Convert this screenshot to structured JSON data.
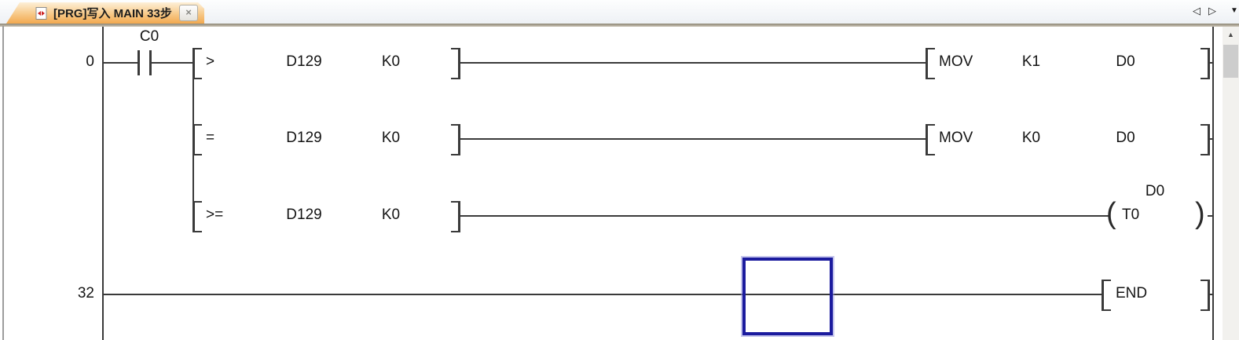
{
  "window": {
    "tab_title": "[PRG]写入 MAIN 33步",
    "close_icon": "×",
    "nav_prev_icon": "◁",
    "nav_next_icon": "▷",
    "nav_more_icon": "▼",
    "scroll_up_icon": "▲"
  },
  "colors": {
    "tab_active": "#f2a94f",
    "selection_cursor": "#1b1b9e",
    "ladder_line": "#3a3a3a"
  },
  "ladder": {
    "rungs": [
      {
        "step": "0",
        "contact": "C0",
        "op": ">",
        "arg1": "D129",
        "arg2": "K0",
        "out_instr": "MOV",
        "out1": "K1",
        "out2": "D0"
      },
      {
        "op": "=",
        "arg1": "D129",
        "arg2": "K0",
        "out_instr": "MOV",
        "out1": "K0",
        "out2": "D0"
      },
      {
        "op": ">=",
        "arg1": "D129",
        "arg2": "K0",
        "coil_device": "T0",
        "coil_operand": "D0"
      },
      {
        "step": "32",
        "out_instr": "END"
      }
    ]
  }
}
